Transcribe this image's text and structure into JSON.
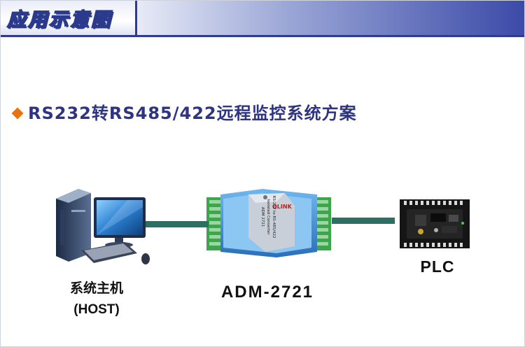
{
  "header": {
    "title": "应用示意图"
  },
  "scheme": {
    "title": "RS232转RS485/422远程监控系统方案"
  },
  "devices": {
    "host": {
      "line1": "系统主机",
      "line2": "(HOST)"
    },
    "converter": {
      "name": "ADM-2721",
      "face_brand": "QLINK",
      "face_line1": "RS-232 to RS-485/422",
      "face_line2": "Isolated Converter",
      "face_model": "ADM 2721"
    },
    "plc": {
      "name": "PLC"
    }
  },
  "colors": {
    "accent": "#2e3480",
    "bullet": "#e9740f",
    "cable": "#2e6f63",
    "converter_body": "#3a8fd6",
    "terminal_green": "#3aa84a"
  }
}
